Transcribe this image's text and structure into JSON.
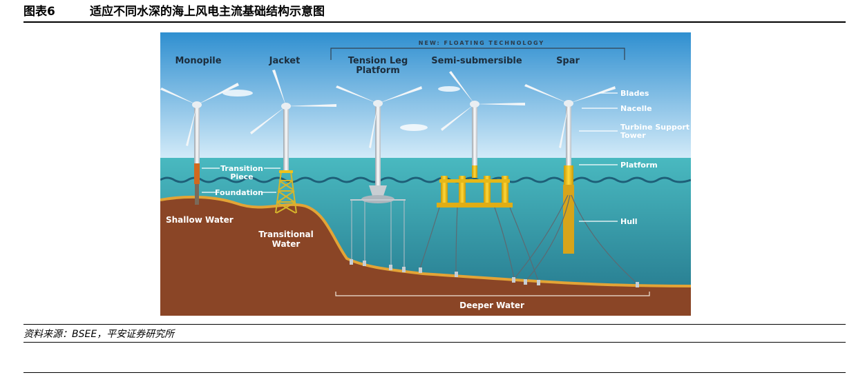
{
  "figure": {
    "number": "图表6",
    "title": "适应不同水深的海上风电主流基础结构示意图",
    "source": "资料来源：BSEE，平安证券研究所"
  },
  "diagram": {
    "floating_header": "NEW: FLOATING TECHNOLOGY",
    "types": {
      "monopile": "Monopile",
      "jacket": "Jacket",
      "tlp_line1": "Tension Leg",
      "tlp_line2": "Platform",
      "semi": "Semi-submersible",
      "spar": "Spar"
    },
    "parts": {
      "blades": "Blades",
      "nacelle": "Nacelle",
      "tower_line1": "Turbine Support",
      "tower_line2": "Tower",
      "platform": "Platform",
      "hull": "Hull"
    },
    "labels": {
      "transition_line1": "Transition",
      "transition_line2": "Piece",
      "foundation": "Foundation",
      "shallow": "Shallow Water",
      "transitional_line1": "Transitional",
      "transitional_line2": "Water",
      "deeper": "Deeper Water"
    },
    "colors": {
      "sky_top": "#2f8fd0",
      "sky_bottom": "#cfe8f8",
      "sea": "#3aa6b0",
      "seabed": "#8a4526",
      "sand": "#e3a436",
      "platform_yellow": "#f1c21b",
      "transition_orange": "#d2691e"
    }
  }
}
